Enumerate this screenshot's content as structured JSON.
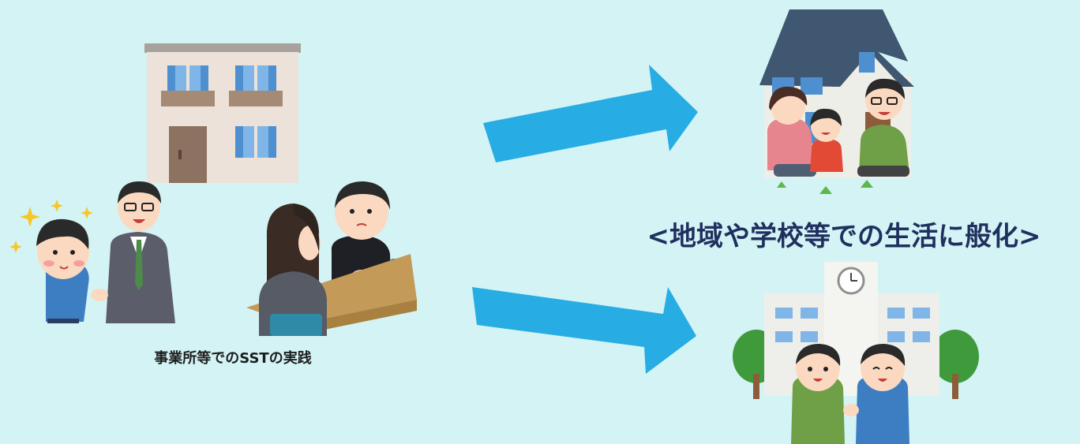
{
  "captions": {
    "left": "事業所等でのSSTの実践",
    "right": "<地域や学校等での生活に般化>"
  },
  "illustrations": [
    "apartment-building",
    "boy-praised-by-teacher",
    "counseling-at-table",
    "family-at-house",
    "school-with-boys"
  ],
  "colors": {
    "background": "#d4f3f5",
    "arrow": "#27ade3",
    "caption_right": "#1f2f5e"
  }
}
